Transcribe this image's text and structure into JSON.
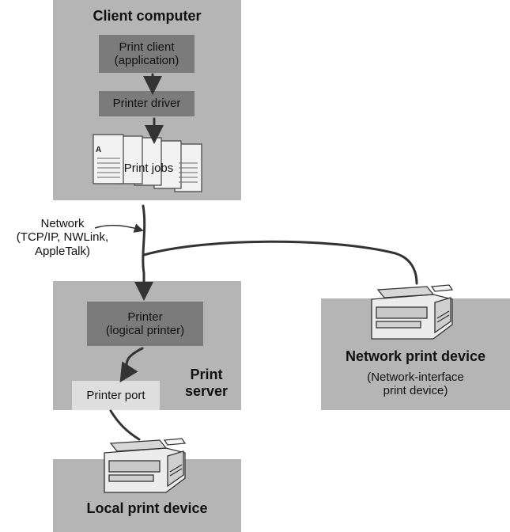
{
  "client": {
    "title": "Client computer",
    "print_client": "Print client\n(application)",
    "printer_driver": "Printer driver",
    "print_jobs": "Print jobs",
    "job_page_letter": "A"
  },
  "network": {
    "label": "Network\n(TCP/IP, NWLink,\nAppleTalk)"
  },
  "server": {
    "title": "Print\nserver",
    "printer": "Printer\n(logical printer)",
    "printer_port": "Printer port"
  },
  "network_device": {
    "title": "Network print device",
    "subtitle": "(Network-interface\nprint device)"
  },
  "local_device": {
    "title": "Local print device"
  },
  "colors": {
    "panel": "#b5b5b5",
    "dark_box": "#7b7b7b",
    "light_box": "#dedede",
    "line": "#333333"
  }
}
